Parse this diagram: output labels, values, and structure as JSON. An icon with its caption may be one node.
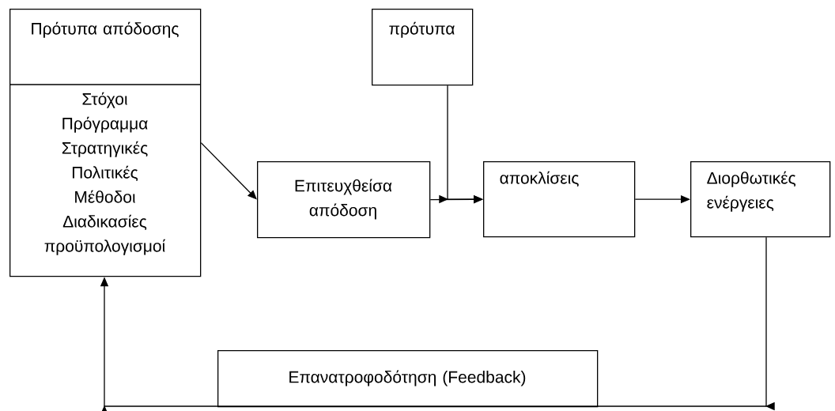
{
  "diagram": {
    "nodes": [
      {
        "text": [
          "Πρότυπα απόδοσης",
          "Στόχοι",
          "Πρόγραμμα",
          "Στρατηγικές",
          "Πολιτικές",
          "Μέθοδοι",
          "Διαδικασίες",
          "προϋπολογισμοί"
        ]
      },
      {
        "text": [
          "πρότυπα"
        ]
      },
      {
        "text": [
          "Επιτευχθείσα απόδοση"
        ]
      },
      {
        "text": [
          "αποκλίσεις"
        ]
      },
      {
        "text": [
          "Διορθωτικές ενέργειες"
        ]
      },
      {
        "text": [
          "Επανατροφοδότηση (Feedback)"
        ]
      }
    ],
    "edges": [
      {
        "from": 0,
        "to": 2,
        "arrow": "to"
      },
      {
        "from": 2,
        "to": 3,
        "arrow": "to"
      },
      {
        "from": 1,
        "to": 3,
        "arrow": "to"
      },
      {
        "from": 3,
        "to": 4,
        "arrow": "to"
      },
      {
        "from": 4,
        "to": 0,
        "arrow": "to"
      }
    ]
  }
}
